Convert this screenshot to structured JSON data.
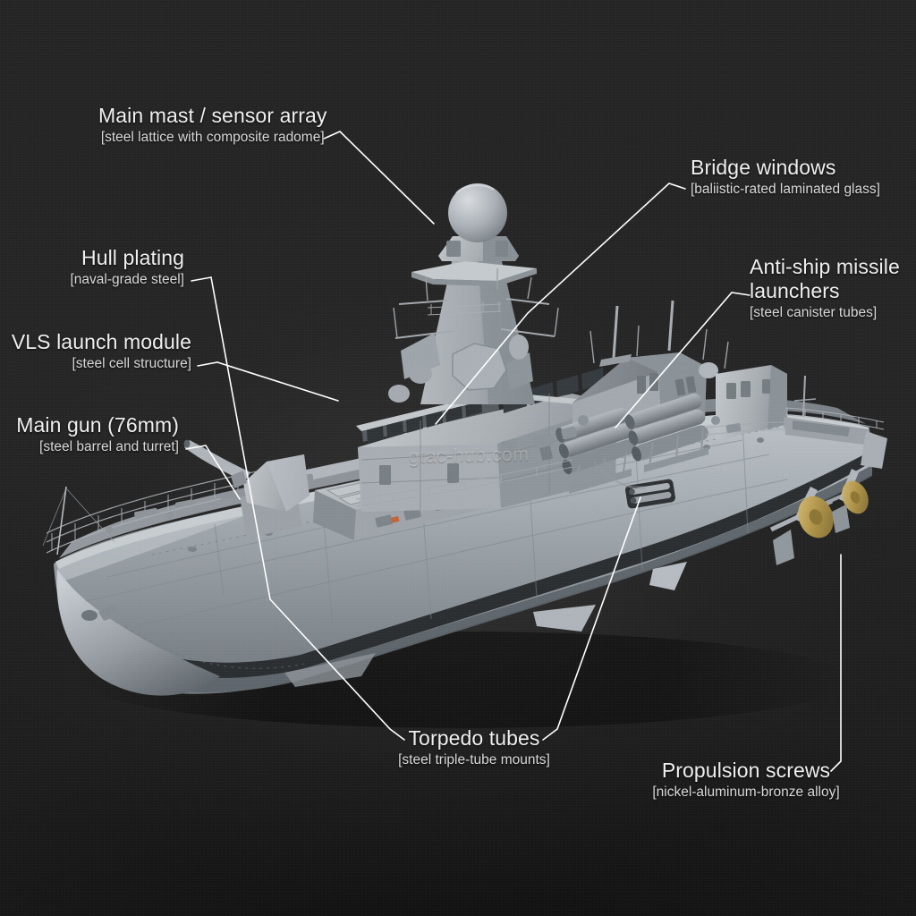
{
  "scene": {
    "subject": "naval destroyer 3d render",
    "background_color": "#232323",
    "hull_color": "#9aa0a6",
    "leader_line_color": "#ffffff",
    "label_text_color": "#efefef",
    "propeller_color": "#b59a52",
    "waterline_stripe_color": "#2a2d30"
  },
  "watermark": {
    "text": "gtac-hub.com"
  },
  "callouts": [
    {
      "id": "main-mast",
      "title": "Main mast / sensor array",
      "material": "[steel lattice with composite radome]",
      "align": "center"
    },
    {
      "id": "bridge-windows",
      "title": "Bridge windows",
      "material": "[baliistic-rated laminated glass]",
      "align": "left"
    },
    {
      "id": "hull-plating",
      "title": "Hull plating",
      "material": "[naval-grade steel]",
      "align": "right"
    },
    {
      "id": "anti-ship-missile-launchers",
      "title": "Anti-ship missile launchers",
      "material": "[steel canister tubes]",
      "align": "left"
    },
    {
      "id": "vls-launch-module",
      "title": "VLS launch module",
      "material": "[steel cell structure]",
      "align": "right"
    },
    {
      "id": "main-gun",
      "title": "Main gun (76mm)",
      "material": "[steel barrel and turret]",
      "align": "right"
    },
    {
      "id": "torpedo-tubes",
      "title": "Torpedo tubes",
      "material": "[steel triple-tube mounts]",
      "align": "center"
    },
    {
      "id": "propulsion-screws",
      "title": "Propulsion screws",
      "material": "[nickel-aluminum-bronze alloy]",
      "align": "center"
    }
  ]
}
